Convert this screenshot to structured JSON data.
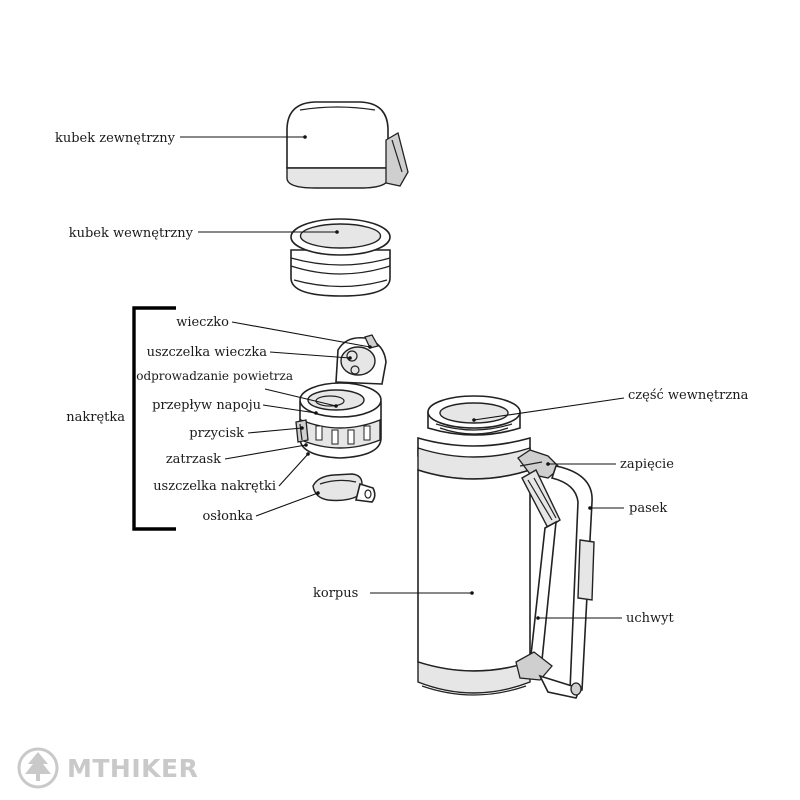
{
  "labels": {
    "kubek_zewnetrzny": "kubek zewnętrzny",
    "kubek_wewnetrzny": "kubek wewnętrzny",
    "wieczko": "wieczko",
    "uszczelka_wieczka": "uszczelka wieczka",
    "odprowadzanie_powietrza": "odprowadzanie powietrza",
    "przeplyw_napoju": "przepływ napoju",
    "przycisk": "przycisk",
    "zatrzask": "zatrzask",
    "uszczelka_nakretki": "uszczelka nakrętki",
    "oslonka": "osłonka",
    "nakretka": "nakrętka",
    "czesc_wewnetrzna": "część wewnętrzna",
    "zapiecie": "zapięcie",
    "pasek": "pasek",
    "korpus": "korpus",
    "uchwyt": "uchwyt"
  },
  "logo": {
    "text": "MTHIKER",
    "icon": "tree-icon"
  }
}
